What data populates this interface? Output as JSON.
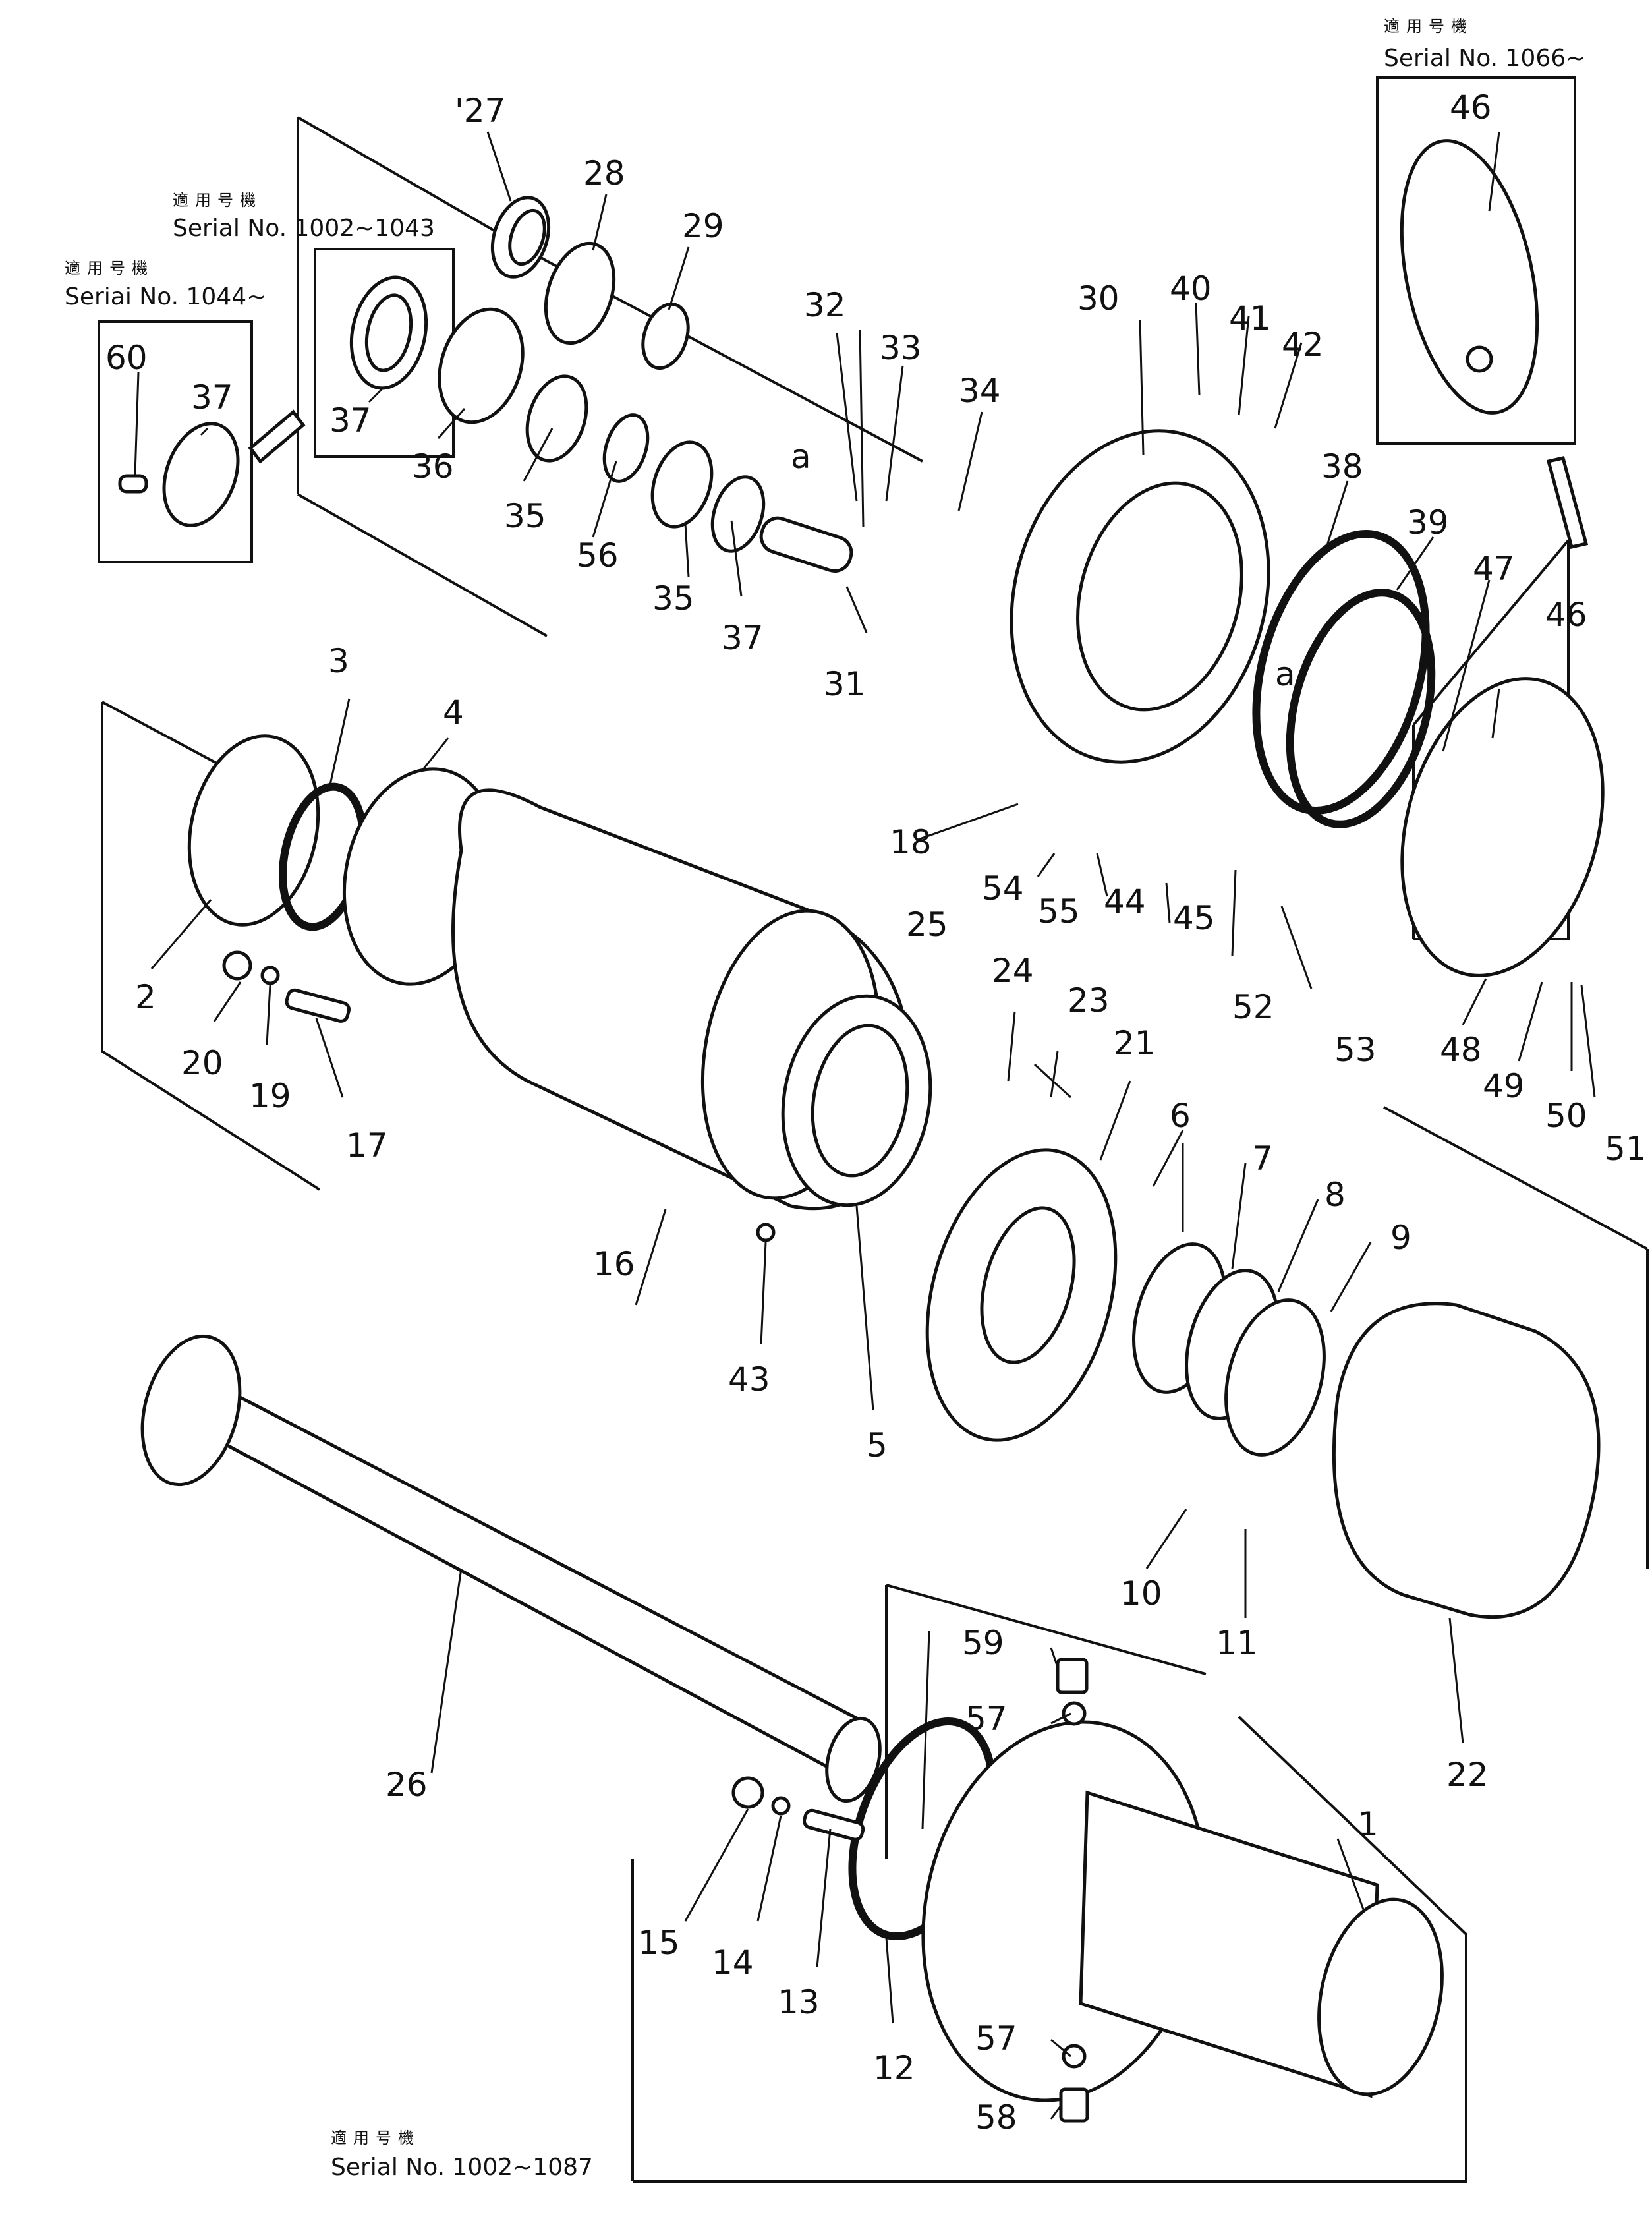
{
  "callouts": [
    {
      "id": "n1",
      "text": "1"
    },
    {
      "id": "n2",
      "text": "2"
    },
    {
      "id": "n3",
      "text": "3"
    },
    {
      "id": "n4",
      "text": "4"
    },
    {
      "id": "n5",
      "text": "5"
    },
    {
      "id": "n6",
      "text": "6"
    },
    {
      "id": "n7",
      "text": "7"
    },
    {
      "id": "n8",
      "text": "8"
    },
    {
      "id": "n9",
      "text": "9"
    },
    {
      "id": "n10",
      "text": "10"
    },
    {
      "id": "n11",
      "text": "11"
    },
    {
      "id": "n12",
      "text": "12"
    },
    {
      "id": "n13",
      "text": "13"
    },
    {
      "id": "n14",
      "text": "14"
    },
    {
      "id": "n15",
      "text": "15"
    },
    {
      "id": "n16",
      "text": "16"
    },
    {
      "id": "n17",
      "text": "17"
    },
    {
      "id": "n18",
      "text": "18"
    },
    {
      "id": "n19",
      "text": "19"
    },
    {
      "id": "n20",
      "text": "20"
    },
    {
      "id": "n21",
      "text": "21"
    },
    {
      "id": "n22",
      "text": "22"
    },
    {
      "id": "n23",
      "text": "23"
    },
    {
      "id": "n24",
      "text": "24"
    },
    {
      "id": "n25",
      "text": "25"
    },
    {
      "id": "n26",
      "text": "26"
    },
    {
      "id": "n27",
      "text": "'27"
    },
    {
      "id": "n28",
      "text": "28"
    },
    {
      "id": "n29",
      "text": "29"
    },
    {
      "id": "n30",
      "text": "30"
    },
    {
      "id": "n31",
      "text": "31"
    },
    {
      "id": "n32",
      "text": "32"
    },
    {
      "id": "n33",
      "text": "33"
    },
    {
      "id": "n34",
      "text": "34"
    },
    {
      "id": "n35a",
      "text": "35"
    },
    {
      "id": "n35b",
      "text": "35"
    },
    {
      "id": "n36",
      "text": "36"
    },
    {
      "id": "n37a",
      "text": "37"
    },
    {
      "id": "n37b",
      "text": "37"
    },
    {
      "id": "n37c",
      "text": "37"
    },
    {
      "id": "n38",
      "text": "38"
    },
    {
      "id": "n39",
      "text": "39"
    },
    {
      "id": "n40",
      "text": "40"
    },
    {
      "id": "n41",
      "text": "41"
    },
    {
      "id": "n42",
      "text": "42"
    },
    {
      "id": "n43",
      "text": "43"
    },
    {
      "id": "n44",
      "text": "44"
    },
    {
      "id": "n45",
      "text": "45"
    },
    {
      "id": "n46a",
      "text": "46"
    },
    {
      "id": "n46b",
      "text": "46"
    },
    {
      "id": "n47",
      "text": "47"
    },
    {
      "id": "n48",
      "text": "48"
    },
    {
      "id": "n49",
      "text": "49"
    },
    {
      "id": "n50",
      "text": "50"
    },
    {
      "id": "n51",
      "text": "51"
    },
    {
      "id": "n52",
      "text": "52"
    },
    {
      "id": "n53",
      "text": "53"
    },
    {
      "id": "n54",
      "text": "54"
    },
    {
      "id": "n55",
      "text": "55"
    },
    {
      "id": "n56",
      "text": "56"
    },
    {
      "id": "n57a",
      "text": "57"
    },
    {
      "id": "n57b",
      "text": "57"
    },
    {
      "id": "n58",
      "text": "58"
    },
    {
      "id": "n59",
      "text": "59"
    },
    {
      "id": "n60",
      "text": "60"
    },
    {
      "id": "ra1",
      "text": "a"
    },
    {
      "id": "ra2",
      "text": "a"
    }
  ],
  "serial_notes": {
    "top_right": {
      "jp": "適用号機",
      "serial": "Serial No. 1066~"
    },
    "upper_left": {
      "jp": "適用号機",
      "serial": "Serial No. 1002~1043"
    },
    "left": {
      "jp": "適用号機",
      "serial": "Seriai No. 1044~"
    },
    "bottom": {
      "jp": "適用号機",
      "serial": "Serial No. 1002~1087"
    }
  }
}
